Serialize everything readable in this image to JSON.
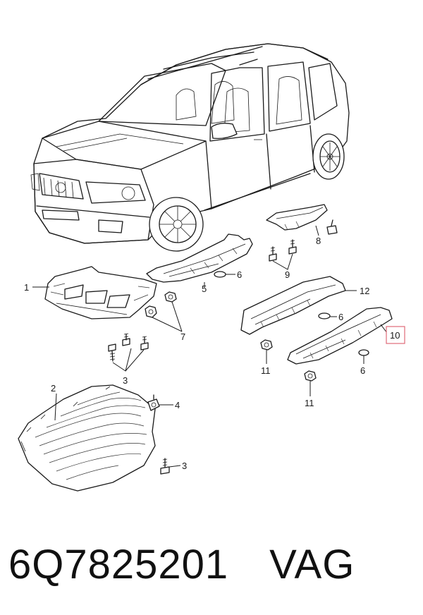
{
  "diagram": {
    "callouts": [
      {
        "id": "1",
        "label": "1"
      },
      {
        "id": "2",
        "label": "2"
      },
      {
        "id": "3a",
        "label": "3"
      },
      {
        "id": "3b",
        "label": "3"
      },
      {
        "id": "4",
        "label": "4"
      },
      {
        "id": "5",
        "label": "5"
      },
      {
        "id": "6a",
        "label": "6"
      },
      {
        "id": "6b",
        "label": "6"
      },
      {
        "id": "6c",
        "label": "6"
      },
      {
        "id": "7",
        "label": "7"
      },
      {
        "id": "8",
        "label": "8"
      },
      {
        "id": "9",
        "label": "9"
      },
      {
        "id": "10",
        "label": "10"
      },
      {
        "id": "11a",
        "label": "11"
      },
      {
        "id": "11b",
        "label": "11"
      },
      {
        "id": "12",
        "label": "12"
      }
    ],
    "highlight_color": "#e06a78",
    "highlighted_callout": "10"
  },
  "footer": {
    "part_number": "6Q7825201",
    "brand": "VAG"
  }
}
